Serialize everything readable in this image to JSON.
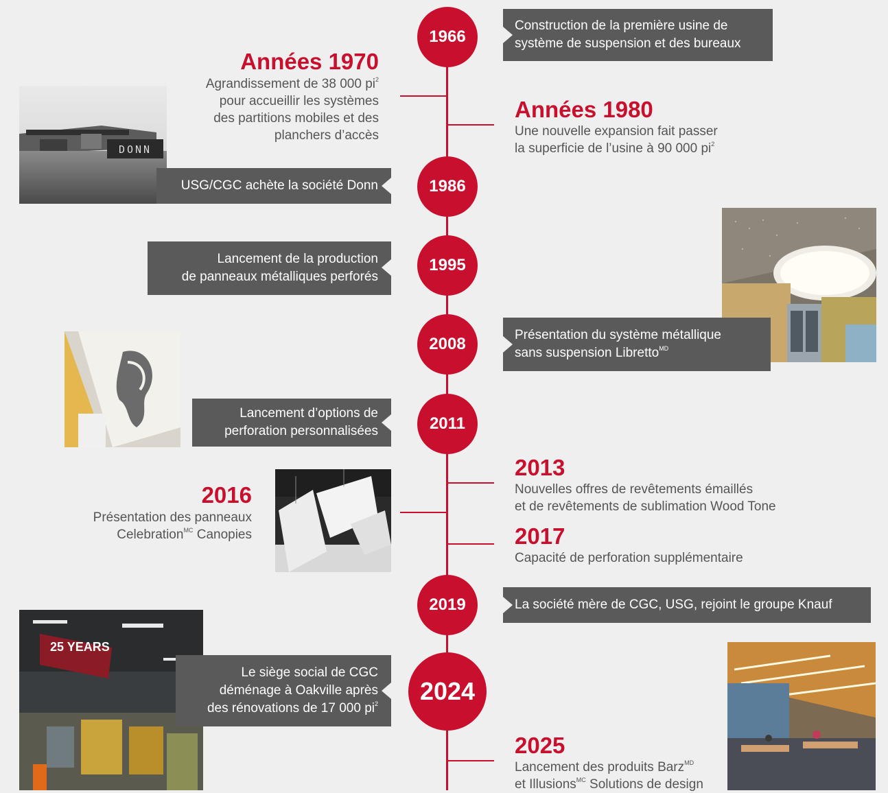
{
  "timeline": {
    "y1966": {
      "year": "1966",
      "text": "Construction de la première usine de\nsystème de suspension et des bureaux"
    },
    "era1970": {
      "title": "Années 1970",
      "line1": "Agrandissement de 38 000 pi",
      "sup": "2",
      "rest": "pour accueillir les systèmes\ndes partitions mobiles et des\nplanchers d’accès"
    },
    "era1980": {
      "title": "Années 1980",
      "line1": "Une nouvelle expansion fait passer",
      "line2": "la superficie de l’usine à 90 000 pi",
      "sup": "2"
    },
    "y1986": {
      "year": "1986",
      "text": "USG/CGC achète la société Donn"
    },
    "y1995": {
      "year": "1995",
      "text": "Lancement de la production\nde panneaux métalliques perforés"
    },
    "y2008": {
      "year": "2008",
      "line1": "Présentation du système métallique",
      "line2": "sans suspension Libretto",
      "sup": "MD"
    },
    "y2011": {
      "year": "2011",
      "text": "Lancement d’options de\nperforation personnalisées"
    },
    "era2013": {
      "title": "2013",
      "text": "Nouvelles offres de revêtements émaillés\net de revêtements de sublimation Wood Tone"
    },
    "era2016": {
      "title": "2016",
      "line1": "Présentation des panneaux",
      "line2a": "Celebration",
      "sup": "MC",
      "line2b": " Canopies"
    },
    "era2017": {
      "title": "2017",
      "text": "Capacité de perforation supplémentaire"
    },
    "y2019": {
      "year": "2019",
      "text": "La société mère de CGC, USG, rejoint le groupe Knauf"
    },
    "y2024": {
      "year": "2024",
      "line1": "Le siège social de CGC",
      "line2": "déménage à Oakville après",
      "line3": "des rénovations de 17 000 pi",
      "sup": "2"
    },
    "era2025": {
      "title": "2025",
      "line1a": "Lancement des produits Barz",
      "sup1": "MD",
      "line2a": "et Illusions",
      "sup2": "MC",
      "line2b": " Solutions de design"
    }
  },
  "photos": {
    "donn_sign": "DONN",
    "factory_sign": "25 YEARS"
  },
  "colors": {
    "accent": "#c8102e",
    "box": "#5a5a5a",
    "background": "#efefef",
    "text": "#555555"
  }
}
